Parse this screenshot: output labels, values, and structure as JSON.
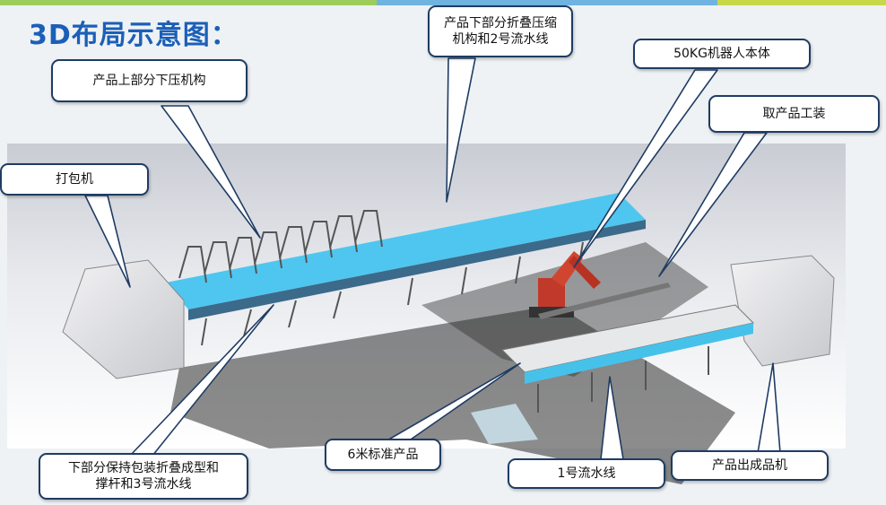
{
  "slide": {
    "title": "3D布局示意图：",
    "accent_colors": [
      "#1b5fb8",
      "#7dc241",
      "#1f3c63",
      "#3fc0e8"
    ]
  },
  "callouts": {
    "upper_press": "产品上部分下压机构",
    "lower_fold": "产品下部分折叠压缩\n机构和2号流水线",
    "robot": "50KG机器人本体",
    "pickup_tool": "取产品工装",
    "packer": "打包机",
    "hold_fold": "下部分保持包装折叠成型和\n撑杆和3号流水线",
    "standard_product": "6米标准产品",
    "line1": "1号流水线",
    "output_machine": "产品出成品机"
  }
}
